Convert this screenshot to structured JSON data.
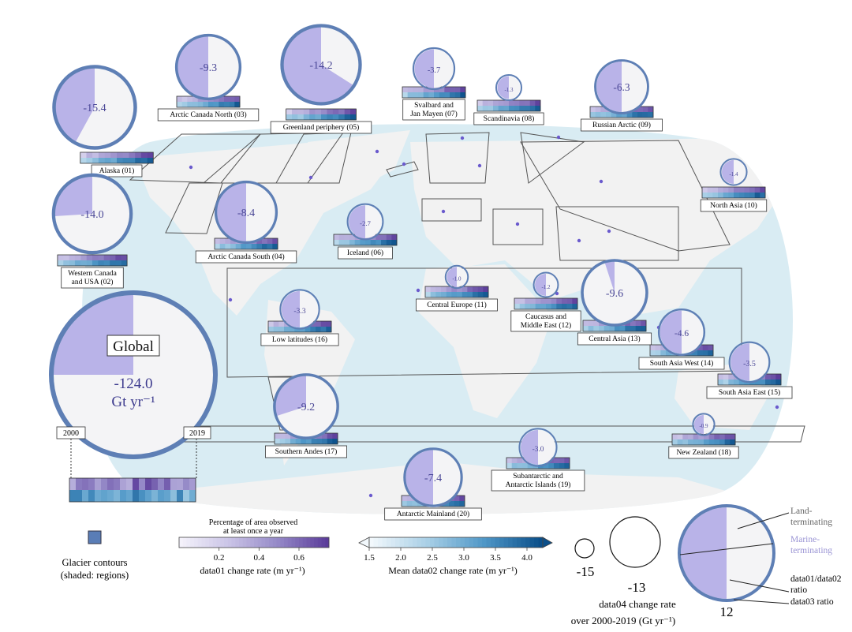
{
  "chart_data": {
    "type": "map",
    "colors": {
      "ocean": "#d9ecf3",
      "land": "#f2f2f2",
      "region_outline": "#555555",
      "pie_fill": "#b9b3e8",
      "pie_rest": "#f4f4f6",
      "ring": "#5e7fb5",
      "purple_scale": [
        "#f4f2fb",
        "#c9c3e6",
        "#9488c7",
        "#5b3c9a"
      ],
      "blue_scale": [
        "#f2f8fc",
        "#a8cfe6",
        "#4f97c7",
        "#0b4f8a"
      ],
      "contour_swatch": "#5a7db6",
      "label_pink": "#8a7fd0"
    },
    "global": {
      "title": "Global",
      "value_label": "-124.0",
      "unit": "Gt yr⁻¹",
      "land_fraction": 0.5,
      "marine_fraction": 0.25,
      "start_year": "2000",
      "end_year": "2019"
    },
    "regions": [
      {
        "name": "Alaska (01)",
        "value": -15.4,
        "value_label": "-15.4",
        "marine_fraction": 0.42
      },
      {
        "name": "Western Canada and USA (02)",
        "name_lines": [
          "Western Canada",
          "and USA (02)"
        ],
        "value": -14.0,
        "value_label": "-14.0",
        "marine_fraction": 0.26
      },
      {
        "name": "Arctic Canada North (03)",
        "value": -9.3,
        "value_label": "-9.3",
        "marine_fraction": 0.5
      },
      {
        "name": "Arctic Canada South (04)",
        "value": -8.4,
        "value_label": "-8.4",
        "marine_fraction": 0.5
      },
      {
        "name": "Greenland periphery (05)",
        "value": -14.2,
        "value_label": "-14.2",
        "marine_fraction": 0.66
      },
      {
        "name": "Iceland (06)",
        "value": -2.7,
        "value_label": "-2.7",
        "marine_fraction": 0.5
      },
      {
        "name": "Svalbard and Jan Mayen (07)",
        "name_lines": [
          "Svalbard and",
          "Jan Mayen (07)"
        ],
        "value": -3.7,
        "value_label": "-3.7",
        "marine_fraction": 0.5
      },
      {
        "name": "Scandinavia (08)",
        "value": -1.3,
        "value_label": "-1.3",
        "marine_fraction": 0.5
      },
      {
        "name": "Russian Arctic (09)",
        "value": -6.3,
        "value_label": "-6.3",
        "marine_fraction": 0.5
      },
      {
        "name": "North Asia (10)",
        "value": -1.4,
        "value_label": "-1.4",
        "marine_fraction": 0.5
      },
      {
        "name": "Central Europe (11)",
        "value": -1.0,
        "value_label": "-1.0",
        "marine_fraction": 0.5
      },
      {
        "name": "Caucasus and Middle East (12)",
        "name_lines": [
          "Caucasus and",
          "Middle East (12)"
        ],
        "value": -1.2,
        "value_label": "-1.2",
        "marine_fraction": 0.5
      },
      {
        "name": "Central Asia (13)",
        "value": -9.6,
        "value_label": "-9.6",
        "marine_fraction": 0.05
      },
      {
        "name": "South Asia West (14)",
        "value": -4.6,
        "value_label": "-4.6",
        "marine_fraction": 0.5
      },
      {
        "name": "South Asia East (15)",
        "value": -3.5,
        "value_label": "-3.5",
        "marine_fraction": 0.5
      },
      {
        "name": "Low latitudes (16)",
        "value": -3.3,
        "value_label": "-3.3",
        "marine_fraction": 0.5
      },
      {
        "name": "Southern Andes (17)",
        "value": -9.2,
        "value_label": "-9.2",
        "marine_fraction": 0.3
      },
      {
        "name": "New Zealand (18)",
        "value": -0.9,
        "value_label": "-0.9",
        "marine_fraction": 0.5
      },
      {
        "name": "Subantarctic and Antarctic Islands (19)",
        "name_lines": [
          "Subantarctic and",
          "Antarctic Islands (19)"
        ],
        "value": -3.0,
        "value_label": "-3.0",
        "marine_fraction": 0.5
      },
      {
        "name": "Antarctic Mainland (20)",
        "value": -7.4,
        "value_label": "-7.4",
        "marine_fraction": 0.5
      }
    ],
    "legend": {
      "contours_line1": "Glacier contours",
      "contours_line2": "(shaded: regions)",
      "purple_bar_title1": "Percentage of area observed",
      "purple_bar_title2": "at least once a year",
      "purple_ticks": [
        "0.2",
        "0.4",
        "0.6"
      ],
      "purple_label": "data01 change rate (m yr⁻¹)",
      "blue_ticks": [
        "1.5",
        "2.0",
        "2.5",
        "3.0",
        "3.5",
        "4.0"
      ],
      "blue_label": "Mean data02 change rate (m yr⁻¹)",
      "size_values": [
        "-15",
        "-13",
        "12"
      ],
      "size_label1": "data04 change rate",
      "size_label2": "over 2000-2019 (Gt yr⁻¹)",
      "land_label": [
        "Land-",
        "terminating"
      ],
      "marine_label": [
        "Marine-",
        "terminating"
      ],
      "ratio_label": [
        "data01/data02",
        "ratio"
      ],
      "data03_label": "data03 ratio"
    }
  }
}
